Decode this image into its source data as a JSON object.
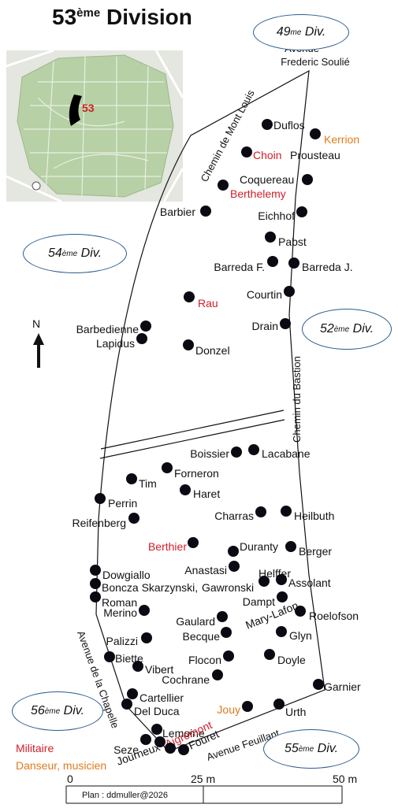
{
  "title": {
    "number": "53",
    "suffix": "ème",
    "word": "Division"
  },
  "minimap": {
    "label": "53",
    "label_color": "#d0202a"
  },
  "neighbors": [
    {
      "id": "49",
      "number": "49",
      "suffix": "me",
      "word": "Div."
    },
    {
      "id": "54",
      "number": "54",
      "suffix": "ème",
      "word": "Div."
    },
    {
      "id": "52",
      "number": "52",
      "suffix": "ème",
      "word": "Div."
    },
    {
      "id": "56",
      "number": "56",
      "suffix": "ème",
      "word": "Div."
    },
    {
      "id": "55",
      "number": "55",
      "suffix": "ème",
      "word": "Div."
    }
  ],
  "streets": {
    "avenue_soulie_line1": "Avenue",
    "avenue_soulie_line2": "Frederic Soulié",
    "mont_louis": "Chemin de Mont Louis",
    "bastion": "Chemin du Bastion",
    "chapelle": "Avenue de la Chapelle",
    "feuillant": "Avenue Feuillant"
  },
  "graves": [
    {
      "name": "Duflos",
      "cat": ""
    },
    {
      "name": "Kerrion",
      "cat": "danseur"
    },
    {
      "name": "Choin",
      "cat": "militaire"
    },
    {
      "name": "Prousteau",
      "cat": ""
    },
    {
      "name": "Coquereau",
      "cat": ""
    },
    {
      "name": "Berthelemy",
      "cat": "militaire"
    },
    {
      "name": "Barbier",
      "cat": ""
    },
    {
      "name": "Eichhof",
      "cat": ""
    },
    {
      "name": "Pabst",
      "cat": ""
    },
    {
      "name": "Barreda F.",
      "cat": ""
    },
    {
      "name": "Barreda J.",
      "cat": ""
    },
    {
      "name": "Courtin",
      "cat": ""
    },
    {
      "name": "Rau",
      "cat": "militaire"
    },
    {
      "name": "Drain",
      "cat": ""
    },
    {
      "name": "Barbedienne",
      "cat": ""
    },
    {
      "name": "Lapidus",
      "cat": ""
    },
    {
      "name": "Donzel",
      "cat": ""
    },
    {
      "name": "Boissier",
      "cat": ""
    },
    {
      "name": "Lacabane",
      "cat": ""
    },
    {
      "name": "Forneron",
      "cat": ""
    },
    {
      "name": "Tim",
      "cat": ""
    },
    {
      "name": "Haret",
      "cat": ""
    },
    {
      "name": "Perrin",
      "cat": ""
    },
    {
      "name": "Charras",
      "cat": ""
    },
    {
      "name": "Heilbuth",
      "cat": ""
    },
    {
      "name": "Reifenberg",
      "cat": ""
    },
    {
      "name": "Berthier",
      "cat": "militaire"
    },
    {
      "name": "Duranty",
      "cat": ""
    },
    {
      "name": "Berger",
      "cat": ""
    },
    {
      "name": "Anastasi",
      "cat": ""
    },
    {
      "name": "Helffer",
      "cat": ""
    },
    {
      "name": "Dowgiallo",
      "cat": ""
    },
    {
      "name": "Boncza Skarzynski,",
      "cat": ""
    },
    {
      "name": "Gawronski",
      "cat": ""
    },
    {
      "name": "Assolant",
      "cat": ""
    },
    {
      "name": "Roman",
      "cat": ""
    },
    {
      "name": "Dampt",
      "cat": ""
    },
    {
      "name": "Merino",
      "cat": ""
    },
    {
      "name": "Mary-Lafon",
      "cat": ""
    },
    {
      "name": "Roelofson",
      "cat": ""
    },
    {
      "name": "Gaulard",
      "cat": ""
    },
    {
      "name": "Becque",
      "cat": ""
    },
    {
      "name": "Glyn",
      "cat": ""
    },
    {
      "name": "Palizzi",
      "cat": ""
    },
    {
      "name": "Biette",
      "cat": ""
    },
    {
      "name": "Vibert",
      "cat": ""
    },
    {
      "name": "Flocon",
      "cat": ""
    },
    {
      "name": "Doyle",
      "cat": ""
    },
    {
      "name": "Cochrane",
      "cat": ""
    },
    {
      "name": "Garnier",
      "cat": ""
    },
    {
      "name": "Cartellier",
      "cat": ""
    },
    {
      "name": "Del Duca",
      "cat": ""
    },
    {
      "name": "Jouy",
      "cat": "danseur"
    },
    {
      "name": "Urth",
      "cat": ""
    },
    {
      "name": "Lemoine",
      "cat": ""
    },
    {
      "name": "Aigremont",
      "cat": "militaire"
    },
    {
      "name": "Seze",
      "cat": ""
    },
    {
      "name": "Journeux",
      "cat": ""
    },
    {
      "name": "Fouret",
      "cat": ""
    }
  ],
  "colors": {
    "militaire": "#d0202a",
    "danseur": "#e07a1a",
    "ellipse_border": "#2d5a8c"
  },
  "legend": {
    "militaire": "Militaire",
    "danseur": "Danseur, musicien"
  },
  "north": "N",
  "scale": {
    "zero": "0",
    "mid": "25 m",
    "end": "50 m",
    "credit": "Plan : ddmuller@2026"
  }
}
